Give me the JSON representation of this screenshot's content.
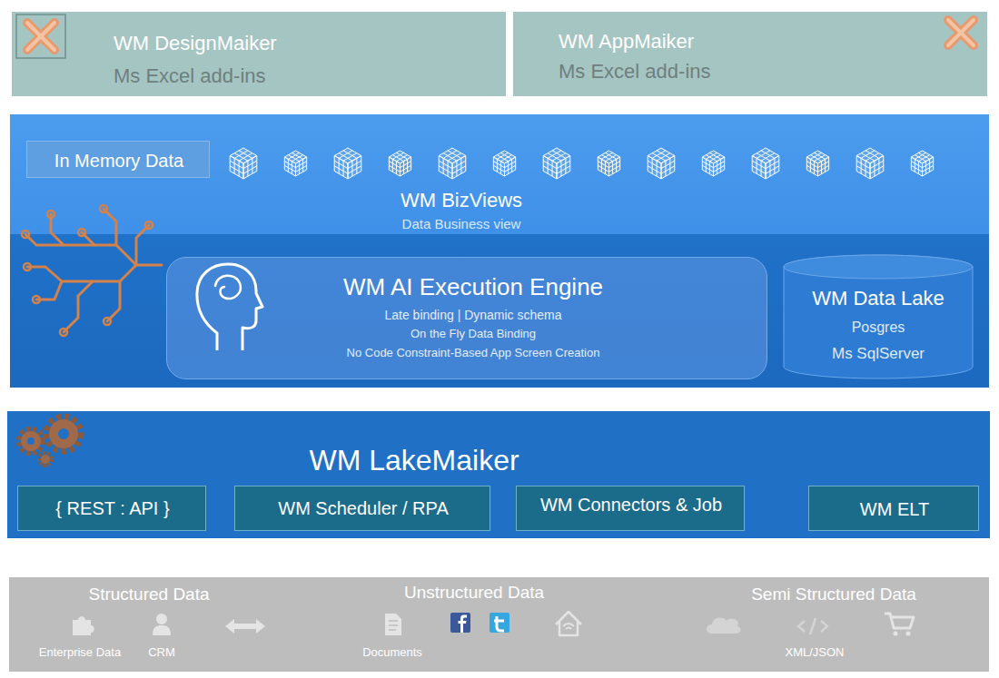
{
  "diagram": {
    "nodes": [
      {
        "text": [
          "WM DesignMaiker",
          "Ms Excel add-ins"
        ]
      },
      {
        "text": [
          "WM AppMaiker",
          "Ms Excel add-ins"
        ]
      },
      {
        "text": [
          "WM BizViews",
          "Data Business view"
        ]
      },
      {
        "text": [
          "In Memory Data"
        ],
        "in": 2
      },
      {
        "text": [
          "WM AI Execution Engine",
          "Late binding | Dynamic schema",
          "On the Fly Data Binding",
          "No Code Constraint-Based App Screen Creation"
        ],
        "in": 2
      },
      {
        "text": [
          "WM Data Lake",
          "Posgres",
          "Ms SqlServer"
        ],
        "in": 2
      },
      {
        "text": [
          "WM LakeMaiker"
        ]
      },
      {
        "text": [
          "{ REST : API }"
        ],
        "in": 6
      },
      {
        "text": [
          "WM Scheduler / RPA"
        ],
        "in": 6
      },
      {
        "text": [
          "WM Connectors & Job"
        ],
        "in": 6
      },
      {
        "text": [
          "WM ELT"
        ],
        "in": 6
      },
      {
        "text": [
          "Structured Data",
          "Unstructured Data",
          "Semi Structured Data"
        ]
      }
    ],
    "labels": [
      "Enterprise Data",
      "CRM",
      "Documents",
      "XML/JSON"
    ]
  }
}
